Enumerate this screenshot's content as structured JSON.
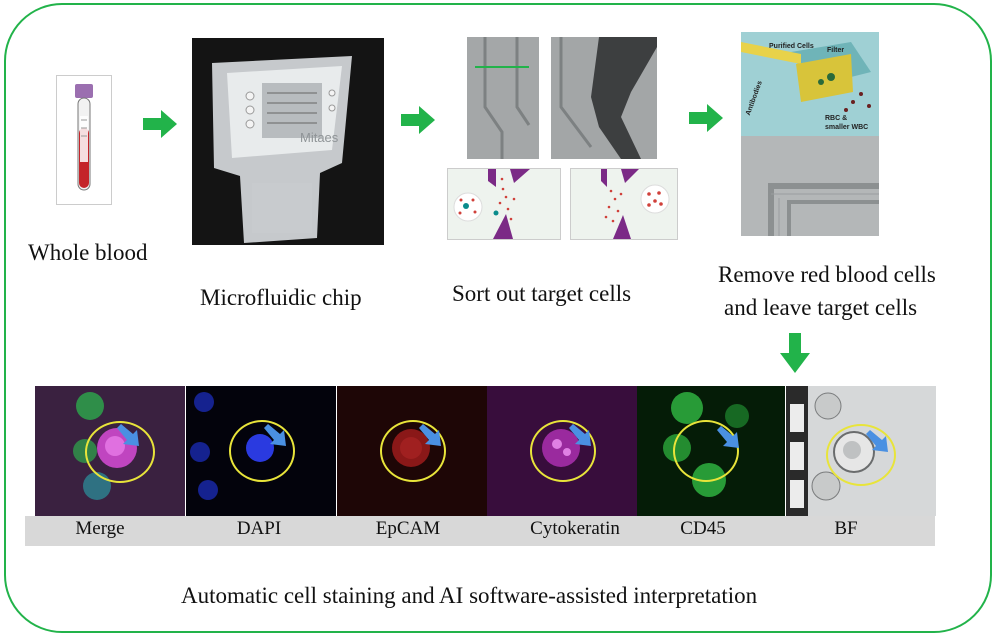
{
  "labels": {
    "whole_blood": "Whole blood",
    "chip": "Microfluidic chip",
    "sort": "Sort out target cells",
    "remove_line1": "Remove red blood cells",
    "remove_line2": "and leave target cells",
    "footer": "Automatic cell staining and AI software-assisted interpretation"
  },
  "chip_logo": "Mitaes",
  "filter_diagram": {
    "purified": "Purified Cells",
    "filter": "Filter",
    "antibodies": "Antibodies",
    "rbc_line1": "RBC &",
    "rbc_line2": "smaller WBC"
  },
  "stain_panels": [
    "Merge",
    "DAPI",
    "EpCAM",
    "Cytokeratin",
    "CD45",
    "BF"
  ],
  "colors": {
    "frame": "#22b34a",
    "arrow": "#22b34a",
    "ring": "#e8e43a",
    "pointer": "#4a90e2"
  }
}
